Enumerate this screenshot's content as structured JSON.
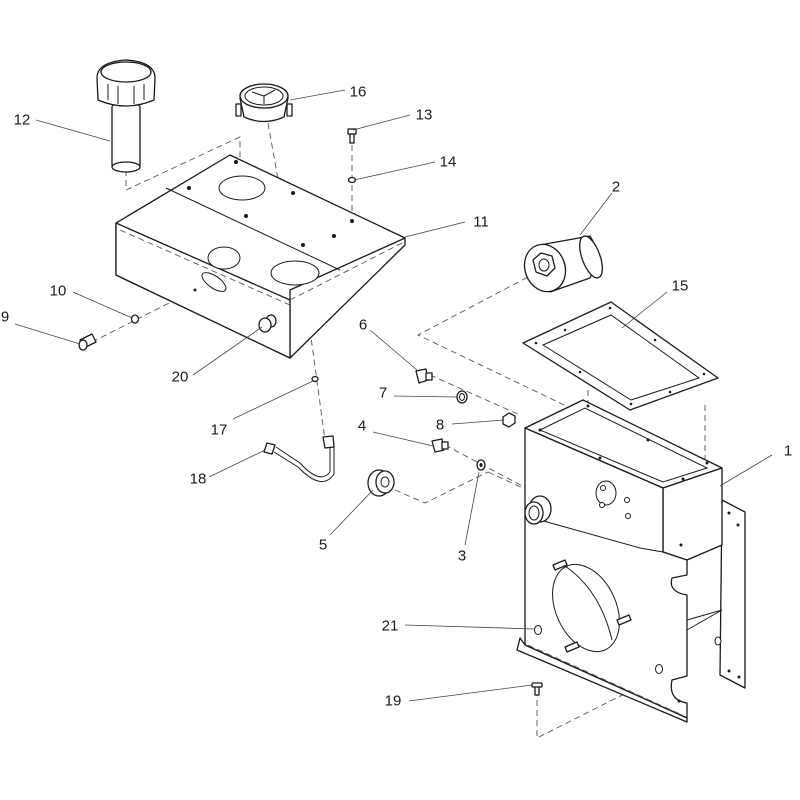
{
  "diagram": {
    "type": "exploded-parts-view",
    "callouts": [
      {
        "id": "1",
        "part": "housing-frame"
      },
      {
        "id": "2",
        "part": "filter-element"
      },
      {
        "id": "3",
        "part": "seal-washer"
      },
      {
        "id": "4",
        "part": "fitting"
      },
      {
        "id": "5",
        "part": "plug"
      },
      {
        "id": "6",
        "part": "fitting"
      },
      {
        "id": "7",
        "part": "o-ring"
      },
      {
        "id": "8",
        "part": "nut"
      },
      {
        "id": "9",
        "part": "plug"
      },
      {
        "id": "10",
        "part": "seal-washer"
      },
      {
        "id": "11",
        "part": "tank-cover"
      },
      {
        "id": "12",
        "part": "breather-cap"
      },
      {
        "id": "13",
        "part": "screw"
      },
      {
        "id": "14",
        "part": "washer"
      },
      {
        "id": "15",
        "part": "gasket"
      },
      {
        "id": "16",
        "part": "gauge"
      },
      {
        "id": "17",
        "part": "washer"
      },
      {
        "id": "18",
        "part": "hose"
      },
      {
        "id": "19",
        "part": "screw"
      },
      {
        "id": "20",
        "part": "sight-glass"
      },
      {
        "id": "21",
        "part": "hole-reference"
      }
    ]
  }
}
